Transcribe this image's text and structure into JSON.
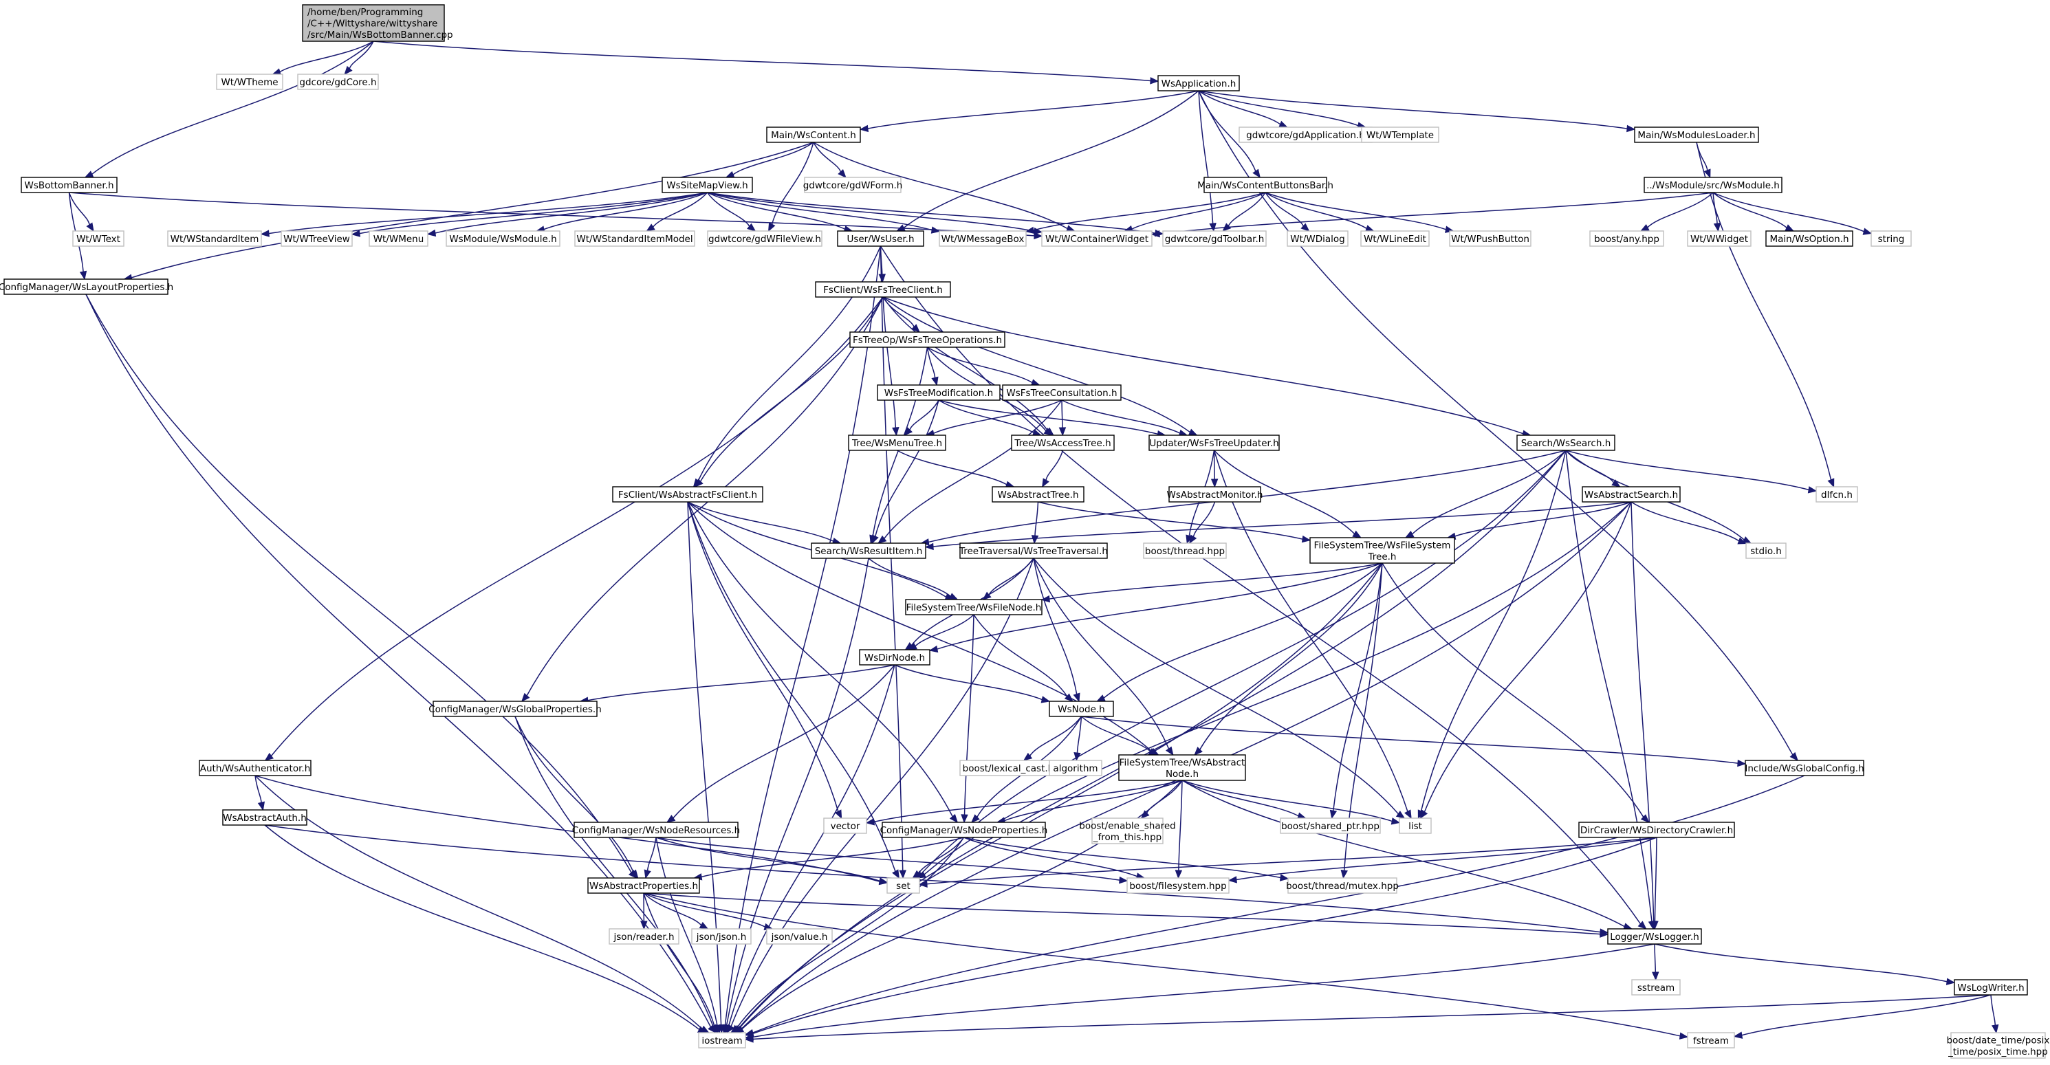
{
  "colors": {
    "edge": "#191970",
    "documented_border": "#000000",
    "external_border": "#bfbfbf",
    "root_fill": "#bfbfbf",
    "background": "#ffffff"
  },
  "nodes": [
    {
      "id": "root",
      "lines": [
        "/home/ben/Programming",
        "/C++/Wittyshare/wittyshare",
        "/src/Main/WsBottomBanner.cpp"
      ],
      "kind": "root"
    },
    {
      "id": "wt_wtheme",
      "lines": [
        "Wt/WTheme"
      ],
      "kind": "external"
    },
    {
      "id": "gdcore",
      "lines": [
        "gdcore/gdCore.h"
      ],
      "kind": "external"
    },
    {
      "id": "wsbottombanner",
      "lines": [
        "WsBottomBanner.h"
      ],
      "kind": "documented"
    },
    {
      "id": "wt_wtext",
      "lines": [
        "Wt/WText"
      ],
      "kind": "external"
    },
    {
      "id": "wslayoutprops",
      "lines": [
        "ConfigManager/WsLayoutProperties.h"
      ],
      "kind": "documented"
    },
    {
      "id": "wsapplication",
      "lines": [
        "WsApplication.h"
      ],
      "kind": "documented"
    },
    {
      "id": "maincontent",
      "lines": [
        "Main/WsContent.h"
      ],
      "kind": "documented"
    },
    {
      "id": "gdwform",
      "lines": [
        "gdwtcore/gdWForm.h"
      ],
      "kind": "external"
    },
    {
      "id": "wssitemapview",
      "lines": [
        "WsSiteMapView.h"
      ],
      "kind": "documented"
    },
    {
      "id": "wt_wstandarditem",
      "lines": [
        "Wt/WStandardItem"
      ],
      "kind": "external"
    },
    {
      "id": "wt_wtreeview",
      "lines": [
        "Wt/WTreeView"
      ],
      "kind": "external"
    },
    {
      "id": "wt_wmenu",
      "lines": [
        "Wt/WMenu"
      ],
      "kind": "external"
    },
    {
      "id": "wsmodule_h",
      "lines": [
        "WsModule/WsModule.h"
      ],
      "kind": "external"
    },
    {
      "id": "wt_wstditemmodel",
      "lines": [
        "Wt/WStandardItemModel"
      ],
      "kind": "external"
    },
    {
      "id": "gdwfileview",
      "lines": [
        "gdwtcore/gdWFileView.h"
      ],
      "kind": "external"
    },
    {
      "id": "userwsuser",
      "lines": [
        "User/WsUser.h"
      ],
      "kind": "documented"
    },
    {
      "id": "wt_wmessagebox",
      "lines": [
        "Wt/WMessageBox"
      ],
      "kind": "external"
    },
    {
      "id": "wt_wcontainer",
      "lines": [
        "Wt/WContainerWidget"
      ],
      "kind": "external"
    },
    {
      "id": "gdtoolbar",
      "lines": [
        "gdwtcore/gdToolbar.h"
      ],
      "kind": "external"
    },
    {
      "id": "gdwapplication",
      "lines": [
        "gdwtcore/gdApplication.h"
      ],
      "kind": "external"
    },
    {
      "id": "wt_wtemplate",
      "lines": [
        "Wt/WTemplate"
      ],
      "kind": "external"
    },
    {
      "id": "wscontentbuttonsbar",
      "lines": [
        "Main/WsContentButtonsBar.h"
      ],
      "kind": "documented"
    },
    {
      "id": "wt_wdialog",
      "lines": [
        "Wt/WDialog"
      ],
      "kind": "external"
    },
    {
      "id": "wt_wlineedit",
      "lines": [
        "Wt/WLineEdit"
      ],
      "kind": "external"
    },
    {
      "id": "wt_wpushbutton",
      "lines": [
        "Wt/WPushButton"
      ],
      "kind": "external"
    },
    {
      "id": "wsmodulesloader",
      "lines": [
        "Main/WsModulesLoader.h"
      ],
      "kind": "documented"
    },
    {
      "id": "wsmodule_src",
      "lines": [
        "../WsModule/src/WsModule.h"
      ],
      "kind": "documented"
    },
    {
      "id": "boost_any",
      "lines": [
        "boost/any.hpp"
      ],
      "kind": "external"
    },
    {
      "id": "wt_wwidget",
      "lines": [
        "Wt/WWidget"
      ],
      "kind": "external"
    },
    {
      "id": "wsoption",
      "lines": [
        "Main/WsOption.h"
      ],
      "kind": "documented"
    },
    {
      "id": "string",
      "lines": [
        "string"
      ],
      "kind": "external"
    },
    {
      "id": "wsfstreeclient",
      "lines": [
        "FsClient/WsFsTreeClient.h"
      ],
      "kind": "documented"
    },
    {
      "id": "wsfstreeops",
      "lines": [
        "FsTreeOp/WsFsTreeOperations.h"
      ],
      "kind": "documented"
    },
    {
      "id": "wsfstreemod",
      "lines": [
        "WsFsTreeModification.h"
      ],
      "kind": "documented"
    },
    {
      "id": "wsfstreecons",
      "lines": [
        "WsFsTreeConsultation.h"
      ],
      "kind": "documented"
    },
    {
      "id": "wsmenutree",
      "lines": [
        "Tree/WsMenuTree.h"
      ],
      "kind": "documented"
    },
    {
      "id": "wsaccesstree",
      "lines": [
        "Tree/WsAccessTree.h"
      ],
      "kind": "documented"
    },
    {
      "id": "wsfstreeupdater",
      "lines": [
        "Updater/WsFsTreeUpdater.h"
      ],
      "kind": "documented"
    },
    {
      "id": "wssearch",
      "lines": [
        "Search/WsSearch.h"
      ],
      "kind": "documented"
    },
    {
      "id": "dlfcn",
      "lines": [
        "dlfcn.h"
      ],
      "kind": "external"
    },
    {
      "id": "wsabstractfsclient",
      "lines": [
        "FsClient/WsAbstractFsClient.h"
      ],
      "kind": "documented"
    },
    {
      "id": "wsabstracttree",
      "lines": [
        "WsAbstractTree.h"
      ],
      "kind": "documented"
    },
    {
      "id": "wsabstractmonitor",
      "lines": [
        "WsAbstractMonitor.h"
      ],
      "kind": "documented"
    },
    {
      "id": "wsabstractsearch",
      "lines": [
        "WsAbstractSearch.h"
      ],
      "kind": "documented"
    },
    {
      "id": "stdio",
      "lines": [
        "stdio.h"
      ],
      "kind": "external"
    },
    {
      "id": "wsresultitem",
      "lines": [
        "Search/WsResultItem.h"
      ],
      "kind": "documented"
    },
    {
      "id": "wstreetraversal",
      "lines": [
        "TreeTraversal/WsTreeTraversal.h"
      ],
      "kind": "documented"
    },
    {
      "id": "boost_thread",
      "lines": [
        "boost/thread.hpp"
      ],
      "kind": "external"
    },
    {
      "id": "wsfilesystemtree",
      "lines": [
        "FileSystemTree/WsFileSystem",
        "Tree.h"
      ],
      "kind": "documented"
    },
    {
      "id": "wsfilenode",
      "lines": [
        "FileSystemTree/WsFileNode.h"
      ],
      "kind": "documented"
    },
    {
      "id": "wsdirnode",
      "lines": [
        "WsDirNode.h"
      ],
      "kind": "documented"
    },
    {
      "id": "wsglobalprops",
      "lines": [
        "ConfigManager/WsGlobalProperties.h"
      ],
      "kind": "documented"
    },
    {
      "id": "wsnode",
      "lines": [
        "WsNode.h"
      ],
      "kind": "documented"
    },
    {
      "id": "boost_lexcast",
      "lines": [
        "boost/lexical_cast.hpp"
      ],
      "kind": "external"
    },
    {
      "id": "algorithm",
      "lines": [
        "algorithm"
      ],
      "kind": "external"
    },
    {
      "id": "wsabstractnode",
      "lines": [
        "FileSystemTree/WsAbstract",
        "Node.h"
      ],
      "kind": "documented"
    },
    {
      "id": "wsglobalconfig",
      "lines": [
        "Include/WsGlobalConfig.h"
      ],
      "kind": "documented"
    },
    {
      "id": "wsauthenticator",
      "lines": [
        "Auth/WsAuthenticator.h"
      ],
      "kind": "documented"
    },
    {
      "id": "wsabstractauth",
      "lines": [
        "WsAbstractAuth.h"
      ],
      "kind": "documented"
    },
    {
      "id": "wsnoderesources",
      "lines": [
        "ConfigManager/WsNodeResources.h"
      ],
      "kind": "documented"
    },
    {
      "id": "vector",
      "lines": [
        "vector"
      ],
      "kind": "external"
    },
    {
      "id": "wsnodeprops",
      "lines": [
        "ConfigManager/WsNodeProperties.h"
      ],
      "kind": "documented"
    },
    {
      "id": "boost_esft",
      "lines": [
        "boost/enable_shared",
        "_from_this.hpp"
      ],
      "kind": "external"
    },
    {
      "id": "boost_sharedptr",
      "lines": [
        "boost/shared_ptr.hpp"
      ],
      "kind": "external"
    },
    {
      "id": "list",
      "lines": [
        "list"
      ],
      "kind": "external"
    },
    {
      "id": "wsdirectorycrawler",
      "lines": [
        "DirCrawler/WsDirectoryCrawler.h"
      ],
      "kind": "documented"
    },
    {
      "id": "set",
      "lines": [
        "set"
      ],
      "kind": "external"
    },
    {
      "id": "boost_filesystem",
      "lines": [
        "boost/filesystem.hpp"
      ],
      "kind": "external"
    },
    {
      "id": "boost_mutex",
      "lines": [
        "boost/thread/mutex.hpp"
      ],
      "kind": "external"
    },
    {
      "id": "wsabstractprops",
      "lines": [
        "WsAbstractProperties.h"
      ],
      "kind": "documented"
    },
    {
      "id": "json_reader",
      "lines": [
        "json/reader.h"
      ],
      "kind": "external"
    },
    {
      "id": "json_json",
      "lines": [
        "json/json.h"
      ],
      "kind": "external"
    },
    {
      "id": "json_value",
      "lines": [
        "json/value.h"
      ],
      "kind": "external"
    },
    {
      "id": "wslogger",
      "lines": [
        "Logger/WsLogger.h"
      ],
      "kind": "documented"
    },
    {
      "id": "sstream",
      "lines": [
        "sstream"
      ],
      "kind": "external"
    },
    {
      "id": "wslogwriter",
      "lines": [
        "WsLogWriter.h"
      ],
      "kind": "documented"
    },
    {
      "id": "iostream",
      "lines": [
        "iostream"
      ],
      "kind": "external"
    },
    {
      "id": "fstream",
      "lines": [
        "fstream"
      ],
      "kind": "external"
    },
    {
      "id": "boost_posix",
      "lines": [
        "boost/date_time/posix",
        "_time/posix_time.hpp"
      ],
      "kind": "external"
    }
  ],
  "edges": [
    [
      "root",
      "wt_wtheme"
    ],
    [
      "root",
      "gdcore"
    ],
    [
      "root",
      "wsbottombanner"
    ],
    [
      "root",
      "wsapplication"
    ],
    [
      "wsbottombanner",
      "wt_wtext"
    ],
    [
      "wsbottombanner",
      "wslayoutprops"
    ],
    [
      "wsbottombanner",
      "wt_wcontainer"
    ],
    [
      "wslayoutprops",
      "iostream"
    ],
    [
      "wslayoutprops",
      "wsabstractprops"
    ],
    [
      "wsapplication",
      "maincontent"
    ],
    [
      "wsapplication",
      "userwsuser"
    ],
    [
      "wsapplication",
      "gdwapplication"
    ],
    [
      "wsapplication",
      "wt_wtemplate"
    ],
    [
      "wsapplication",
      "wscontentbuttonsbar"
    ],
    [
      "wsapplication",
      "gdtoolbar"
    ],
    [
      "wsapplication",
      "wsmodulesloader"
    ],
    [
      "wsapplication",
      "wsglobalconfig"
    ],
    [
      "maincontent",
      "wssitemapview"
    ],
    [
      "maincontent",
      "gdwform"
    ],
    [
      "maincontent",
      "gdwfileview"
    ],
    [
      "maincontent",
      "wslayoutprops"
    ],
    [
      "maincontent",
      "wt_wcontainer"
    ],
    [
      "wssitemapview",
      "wt_wstandarditem"
    ],
    [
      "wssitemapview",
      "wt_wtreeview"
    ],
    [
      "wssitemapview",
      "wt_wmenu"
    ],
    [
      "wssitemapview",
      "wsmodule_h"
    ],
    [
      "wssitemapview",
      "wt_wstditemmodel"
    ],
    [
      "wssitemapview",
      "gdwfileview"
    ],
    [
      "wssitemapview",
      "userwsuser"
    ],
    [
      "wssitemapview",
      "wt_wmessagebox"
    ],
    [
      "wssitemapview",
      "wt_wcontainer"
    ],
    [
      "wssitemapview",
      "gdtoolbar"
    ],
    [
      "wscontentbuttonsbar",
      "wt_wmessagebox"
    ],
    [
      "wscontentbuttonsbar",
      "wt_wcontainer"
    ],
    [
      "wscontentbuttonsbar",
      "gdtoolbar"
    ],
    [
      "wscontentbuttonsbar",
      "wt_wdialog"
    ],
    [
      "wscontentbuttonsbar",
      "wt_wlineedit"
    ],
    [
      "wscontentbuttonsbar",
      "wt_wpushbutton"
    ],
    [
      "wsmodulesloader",
      "wsmodule_src"
    ],
    [
      "wsmodulesloader",
      "dlfcn"
    ],
    [
      "wsmodule_src",
      "wt_wcontainer"
    ],
    [
      "wsmodule_src",
      "boost_any"
    ],
    [
      "wsmodule_src",
      "wt_wwidget"
    ],
    [
      "wsmodule_src",
      "wsoption"
    ],
    [
      "wsmodule_src",
      "string"
    ],
    [
      "userwsuser",
      "wsfstreeclient"
    ],
    [
      "userwsuser",
      "wsabstractfsclient"
    ],
    [
      "userwsuser",
      "iostream"
    ],
    [
      "userwsuser",
      "set"
    ],
    [
      "userwsuser",
      "wslogger"
    ],
    [
      "wsfstreeclient",
      "wsfstreeops"
    ],
    [
      "wsfstreeclient",
      "wsmenutree"
    ],
    [
      "wsfstreeclient",
      "wsaccesstree"
    ],
    [
      "wsfstreeclient",
      "wsfstreeupdater"
    ],
    [
      "wsfstreeclient",
      "wssearch"
    ],
    [
      "wsfstreeclient",
      "wsabstractfsclient"
    ],
    [
      "wsfstreeclient",
      "wsglobalprops"
    ],
    [
      "wsfstreeclient",
      "wsauthenticator"
    ],
    [
      "wsfstreeops",
      "wsfstreemod"
    ],
    [
      "wsfstreeops",
      "wsfstreecons"
    ],
    [
      "wsfstreeops",
      "wsresultitem"
    ],
    [
      "wsfstreeops",
      "wsaccesstree"
    ],
    [
      "wsfstreemod",
      "wsmenutree"
    ],
    [
      "wsfstreemod",
      "wsaccesstree"
    ],
    [
      "wsfstreemod",
      "wsfstreeupdater"
    ],
    [
      "wsfstreemod",
      "wsresultitem"
    ],
    [
      "wsfstreecons",
      "wsmenutree"
    ],
    [
      "wsfstreecons",
      "wsaccesstree"
    ],
    [
      "wsfstreecons",
      "wsfstreeupdater"
    ],
    [
      "wsfstreecons",
      "wsresultitem"
    ],
    [
      "wsmenutree",
      "wsabstracttree"
    ],
    [
      "wsaccesstree",
      "wsabstracttree"
    ],
    [
      "wsfstreeupdater",
      "wsabstractmonitor"
    ],
    [
      "wsfstreeupdater",
      "boost_thread"
    ],
    [
      "wsfstreeupdater",
      "wsfilesystemtree"
    ],
    [
      "wsfstreeupdater",
      "list"
    ],
    [
      "wsabstractmonitor",
      "boost_thread"
    ],
    [
      "wssearch",
      "dlfcn"
    ],
    [
      "wssearch",
      "wsabstractsearch"
    ],
    [
      "wssearch",
      "stdio"
    ],
    [
      "wssearch",
      "wsresultitem"
    ],
    [
      "wssearch",
      "wsfilesystemtree"
    ],
    [
      "wssearch",
      "list"
    ],
    [
      "wssearch",
      "set"
    ],
    [
      "wssearch",
      "wslogger"
    ],
    [
      "wssearch",
      "iostream"
    ],
    [
      "wsabstractsearch",
      "stdio"
    ],
    [
      "wsabstractsearch",
      "wsresultitem"
    ],
    [
      "wsabstractsearch",
      "wsfilesystemtree"
    ],
    [
      "wsabstractsearch",
      "list"
    ],
    [
      "wsabstractsearch",
      "set"
    ],
    [
      "wsabstractsearch",
      "wslogger"
    ],
    [
      "wsabstractsearch",
      "iostream"
    ],
    [
      "wsabstractfsclient",
      "wsresultitem"
    ],
    [
      "wsabstractfsclient",
      "wsfilenode"
    ],
    [
      "wsabstractfsclient",
      "wsabstractnode"
    ],
    [
      "wsabstractfsclient",
      "vector"
    ],
    [
      "wsabstractfsclient",
      "set"
    ],
    [
      "wsabstractfsclient",
      "iostream"
    ],
    [
      "wsabstractfsclient",
      "wsnodeprops"
    ],
    [
      "wsabstracttree",
      "wstreetraversal"
    ],
    [
      "wsabstracttree",
      "wsfilesystemtree"
    ],
    [
      "wsresultitem",
      "wsfilenode"
    ],
    [
      "wsresultitem",
      "iostream"
    ],
    [
      "wstreetraversal",
      "wsfilenode"
    ],
    [
      "wstreetraversal",
      "wsdirnode"
    ],
    [
      "wstreetraversal",
      "wsnode"
    ],
    [
      "wstreetraversal",
      "wsabstractnode"
    ],
    [
      "wstreetraversal",
      "list"
    ],
    [
      "wstreetraversal",
      "iostream"
    ],
    [
      "wsfilesystemtree",
      "wsfilenode"
    ],
    [
      "wsfilesystemtree",
      "wsdirnode"
    ],
    [
      "wsfilesystemtree",
      "wsnode"
    ],
    [
      "wsfilesystemtree",
      "wsabstractnode"
    ],
    [
      "wsfilesystemtree",
      "boost_sharedptr"
    ],
    [
      "wsfilesystemtree",
      "boost_mutex"
    ],
    [
      "wsfilesystemtree",
      "wsdirectorycrawler"
    ],
    [
      "wsfilesystemtree",
      "iostream"
    ],
    [
      "wsfilenode",
      "wsdirnode"
    ],
    [
      "wsfilenode",
      "wsnode"
    ],
    [
      "wsfilenode",
      "wsnodeprops"
    ],
    [
      "wsdirnode",
      "wsglobalprops"
    ],
    [
      "wsdirnode",
      "wsnode"
    ],
    [
      "wsdirnode",
      "wsnoderesources"
    ],
    [
      "wsdirnode",
      "iostream"
    ],
    [
      "wsglobalprops",
      "wsabstractprops"
    ],
    [
      "wsglobalprops",
      "iostream"
    ],
    [
      "wsnode",
      "boost_lexcast"
    ],
    [
      "wsnode",
      "algorithm"
    ],
    [
      "wsnode",
      "wsabstractnode"
    ],
    [
      "wsnode",
      "wsglobalconfig"
    ],
    [
      "wsnode",
      "wsnodeprops"
    ],
    [
      "wsabstractnode",
      "vector"
    ],
    [
      "wsabstractnode",
      "wsnodeprops"
    ],
    [
      "wsabstractnode",
      "boost_esft"
    ],
    [
      "wsabstractnode",
      "boost_sharedptr"
    ],
    [
      "wsabstractnode",
      "list"
    ],
    [
      "wsabstractnode",
      "boost_filesystem"
    ],
    [
      "wsabstractnode",
      "wslogger"
    ],
    [
      "wsabstractnode",
      "iostream"
    ],
    [
      "wsglobalconfig",
      "iostream"
    ],
    [
      "wsauthenticator",
      "wsabstractauth"
    ],
    [
      "wsauthenticator",
      "set"
    ],
    [
      "wsauthenticator",
      "iostream"
    ],
    [
      "wsabstractauth",
      "wslogger"
    ],
    [
      "wsabstractauth",
      "iostream"
    ],
    [
      "wsnoderesources",
      "wsabstractprops"
    ],
    [
      "wsnoderesources",
      "set"
    ],
    [
      "wsnoderesources",
      "boost_filesystem"
    ],
    [
      "wsnoderesources",
      "iostream"
    ],
    [
      "wsnodeprops",
      "wsabstractprops"
    ],
    [
      "wsnodeprops",
      "set"
    ],
    [
      "wsnodeprops",
      "boost_filesystem"
    ],
    [
      "wsnodeprops",
      "boost_mutex"
    ],
    [
      "wsnodeprops",
      "iostream"
    ],
    [
      "wsdirectorycrawler",
      "set"
    ],
    [
      "wsdirectorycrawler",
      "boost_filesystem"
    ],
    [
      "wsdirectorycrawler",
      "wslogger"
    ],
    [
      "wsdirectorycrawler",
      "iostream"
    ],
    [
      "wsabstractprops",
      "json_reader"
    ],
    [
      "wsabstractprops",
      "json_json"
    ],
    [
      "wsabstractprops",
      "json_value"
    ],
    [
      "wsabstractprops",
      "wslogger"
    ],
    [
      "wsabstractprops",
      "iostream"
    ],
    [
      "wsabstractprops",
      "fstream"
    ],
    [
      "wslogger",
      "sstream"
    ],
    [
      "wslogger",
      "wslogwriter"
    ],
    [
      "wslogger",
      "iostream"
    ],
    [
      "wslogwriter",
      "iostream"
    ],
    [
      "wslogwriter",
      "fstream"
    ],
    [
      "wslogwriter",
      "boost_posix"
    ]
  ]
}
